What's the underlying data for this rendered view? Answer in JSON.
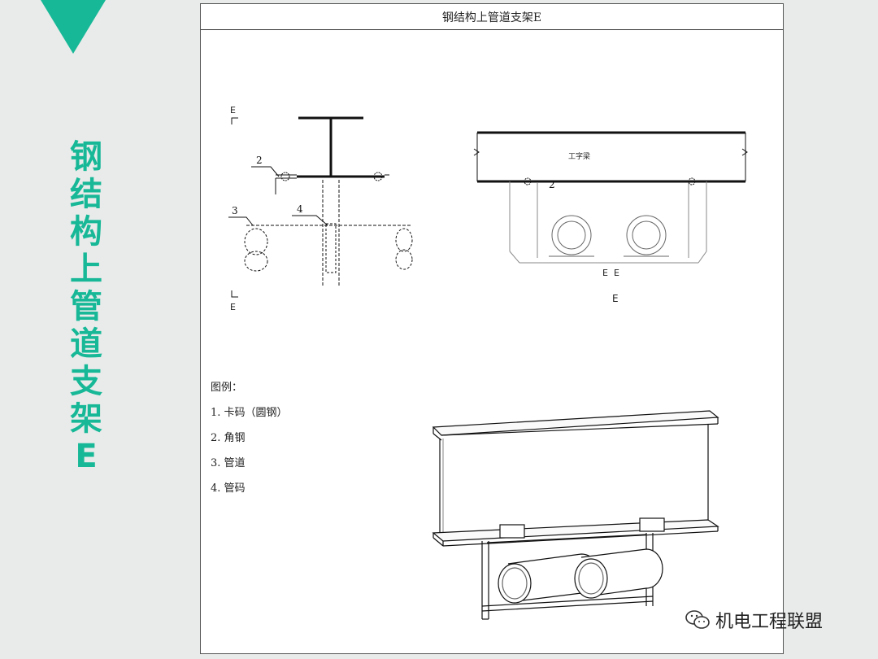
{
  "slide": {
    "side_title": "钢结构上管道支架E"
  },
  "sheet": {
    "title": "钢结构上管道支架E",
    "section_marker": "E",
    "beam_label": "工字梁",
    "callouts": [
      "2",
      "3",
      "4"
    ],
    "section_labels": "E  E",
    "view_label": "E"
  },
  "legend": {
    "title": "图例：",
    "items": [
      "1. 卡码（圆钢）",
      "2. 角钢",
      "3. 管道",
      "4. 管码"
    ]
  },
  "watermark": {
    "text": "机电工程联盟",
    "icon": "wechat-icon"
  },
  "colors": {
    "accent": "#17b897",
    "background": "#e9ebea"
  }
}
